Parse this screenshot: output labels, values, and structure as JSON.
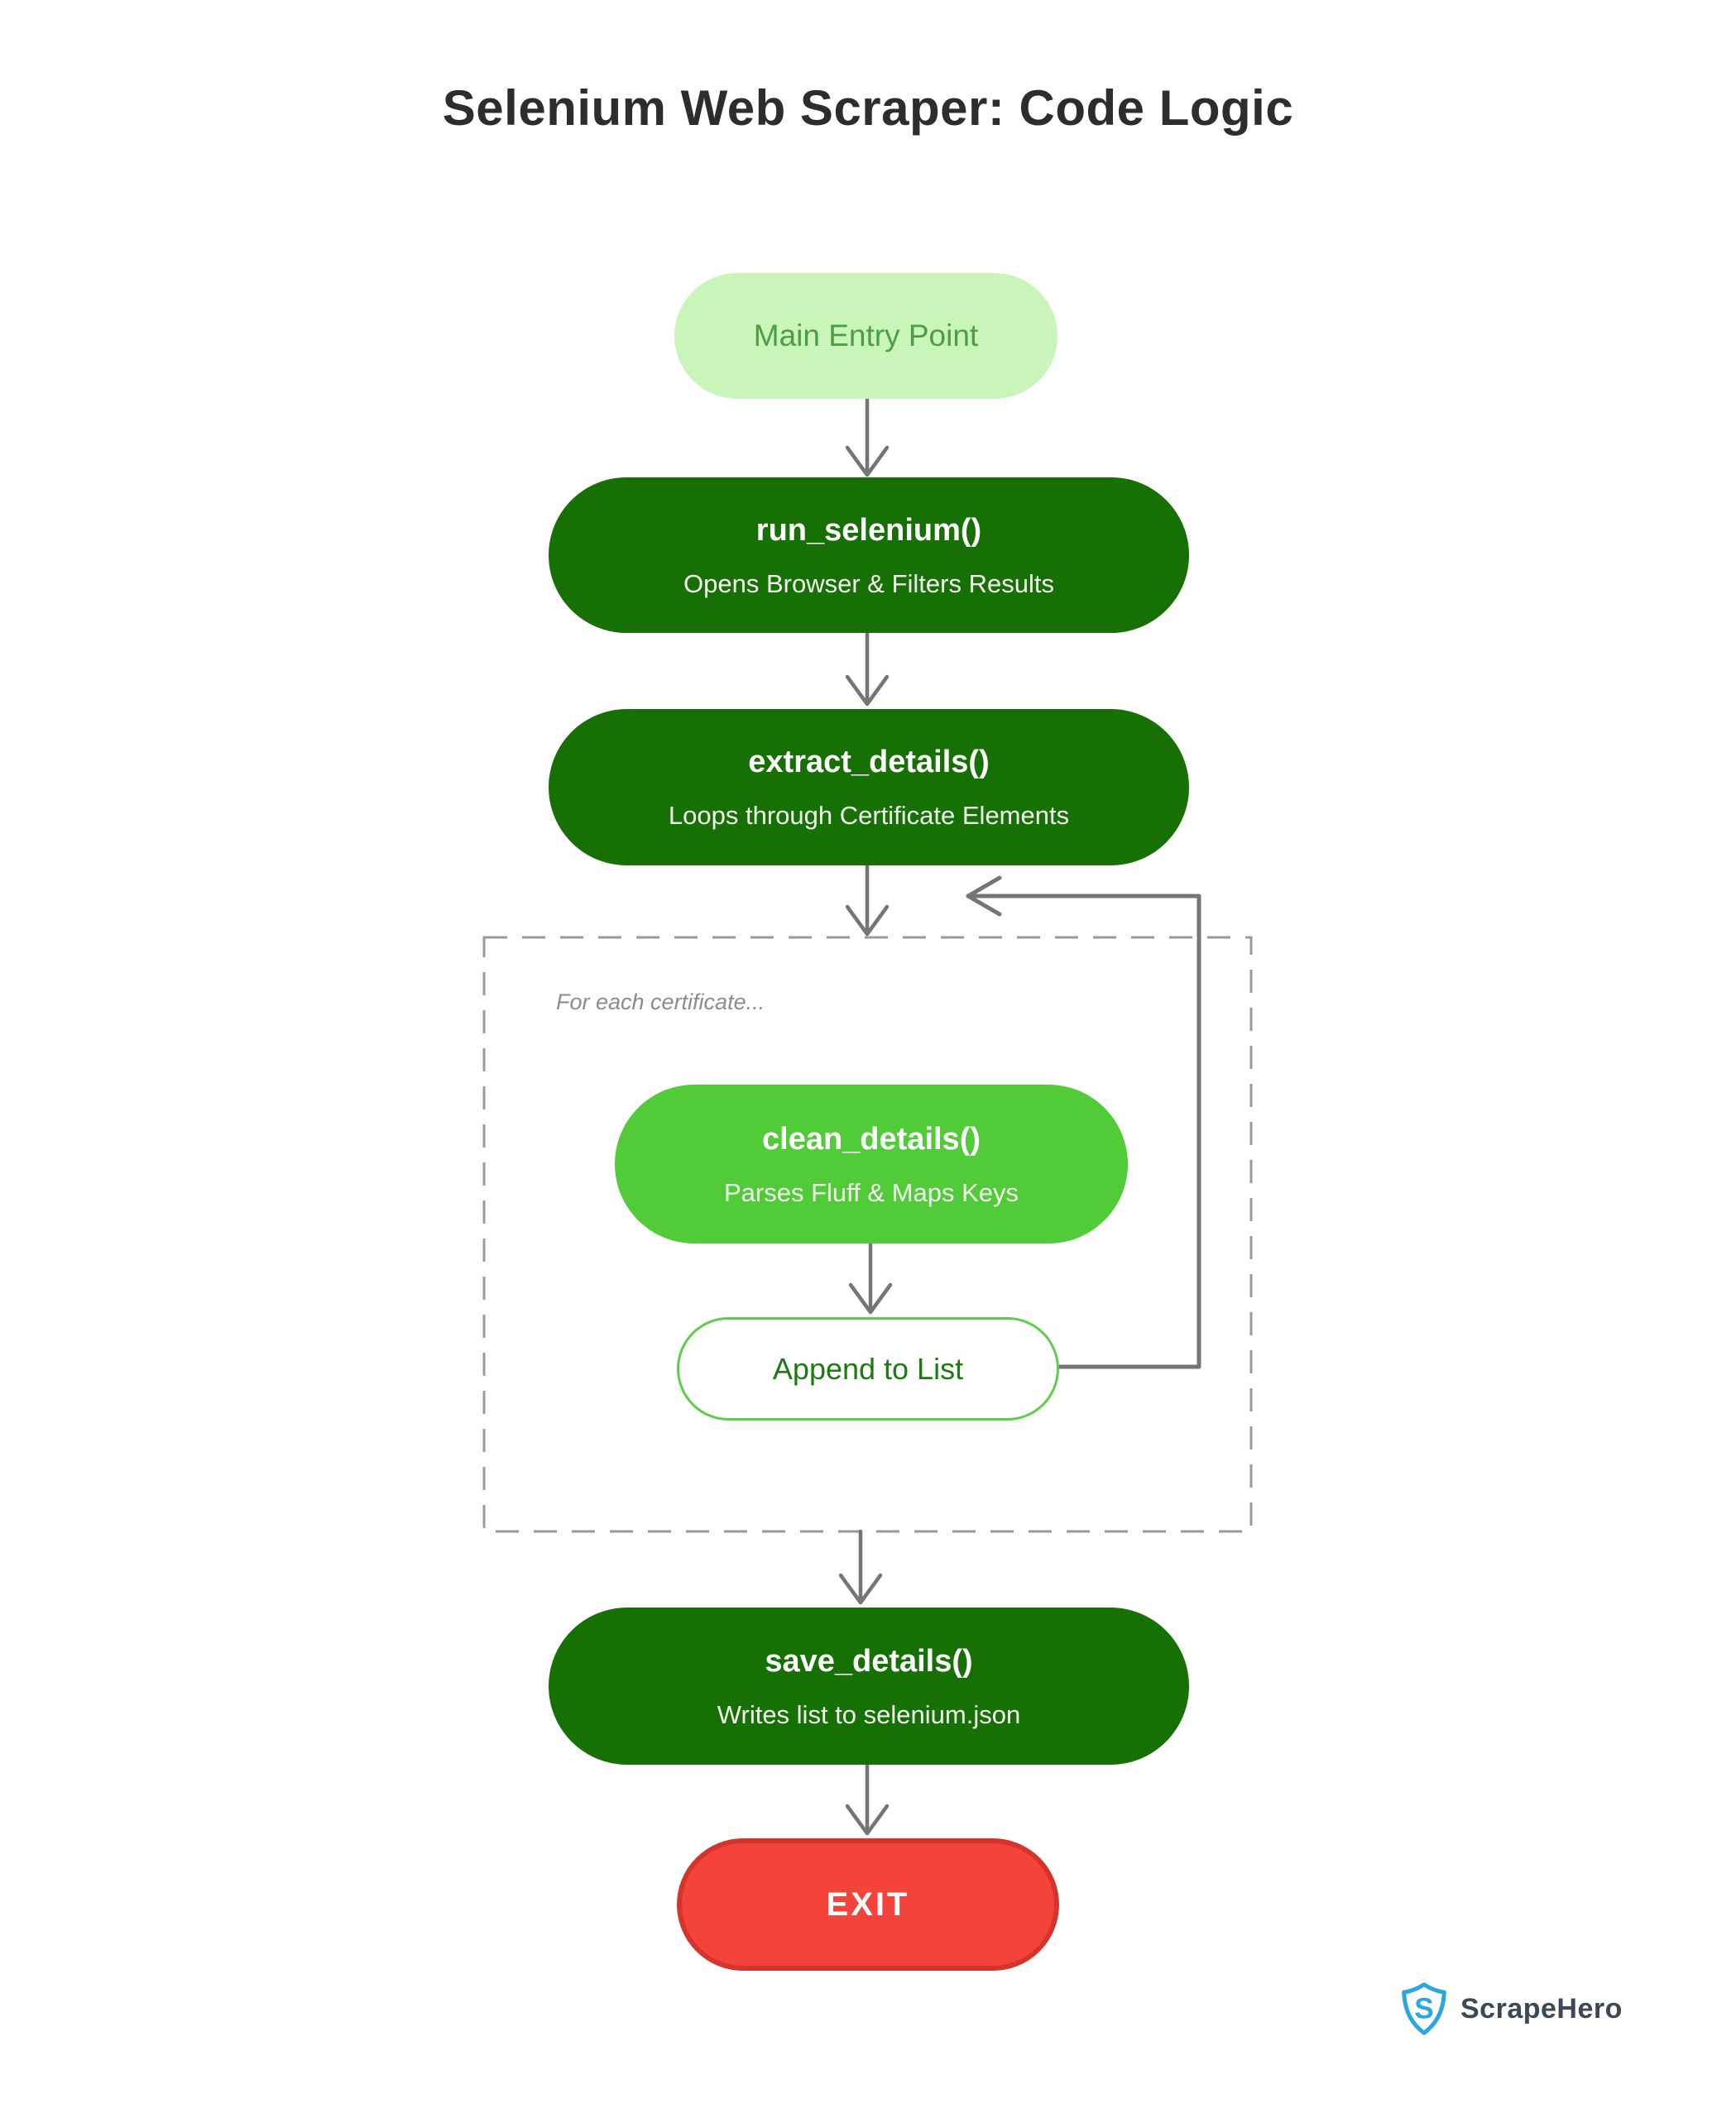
{
  "title": "Selenium Web Scraper: Code Logic",
  "nodes": {
    "entry": {
      "label": "Main Entry Point"
    },
    "run_selenium": {
      "title": "run_selenium()",
      "subtitle": "Opens Browser & Filters Results"
    },
    "extract_details": {
      "title": "extract_details()",
      "subtitle": "Loops through Certificate Elements"
    },
    "clean_details": {
      "title": "clean_details()",
      "subtitle": "Parses Fluff & Maps Keys"
    },
    "append": {
      "label": "Append to List"
    },
    "save_details": {
      "title": "save_details()",
      "subtitle": "Writes list to selenium.json"
    },
    "exit": {
      "label": "EXIT"
    }
  },
  "loop_box": {
    "label": "For each certificate..."
  },
  "footer": {
    "brand": "ScrapeHero",
    "logo_icon": "shield-s-icon"
  },
  "colors": {
    "title": "#2d2d2d",
    "dark_green": "#177004",
    "mid_green": "#51cb38",
    "light_green": "#c9f5ba",
    "entry_text": "#4c9d45",
    "subtitle": "#f2f8ef",
    "append_border": "#5ecd4a",
    "append_text": "#1d7a12",
    "red": "#f4433a",
    "red_border": "#d5342c",
    "arrow": "#757575",
    "dash": "#9a9a9a",
    "loop_label": "#8c8c8c",
    "brand_text": "#3d4757",
    "brand_blue": "#29a8e0"
  }
}
